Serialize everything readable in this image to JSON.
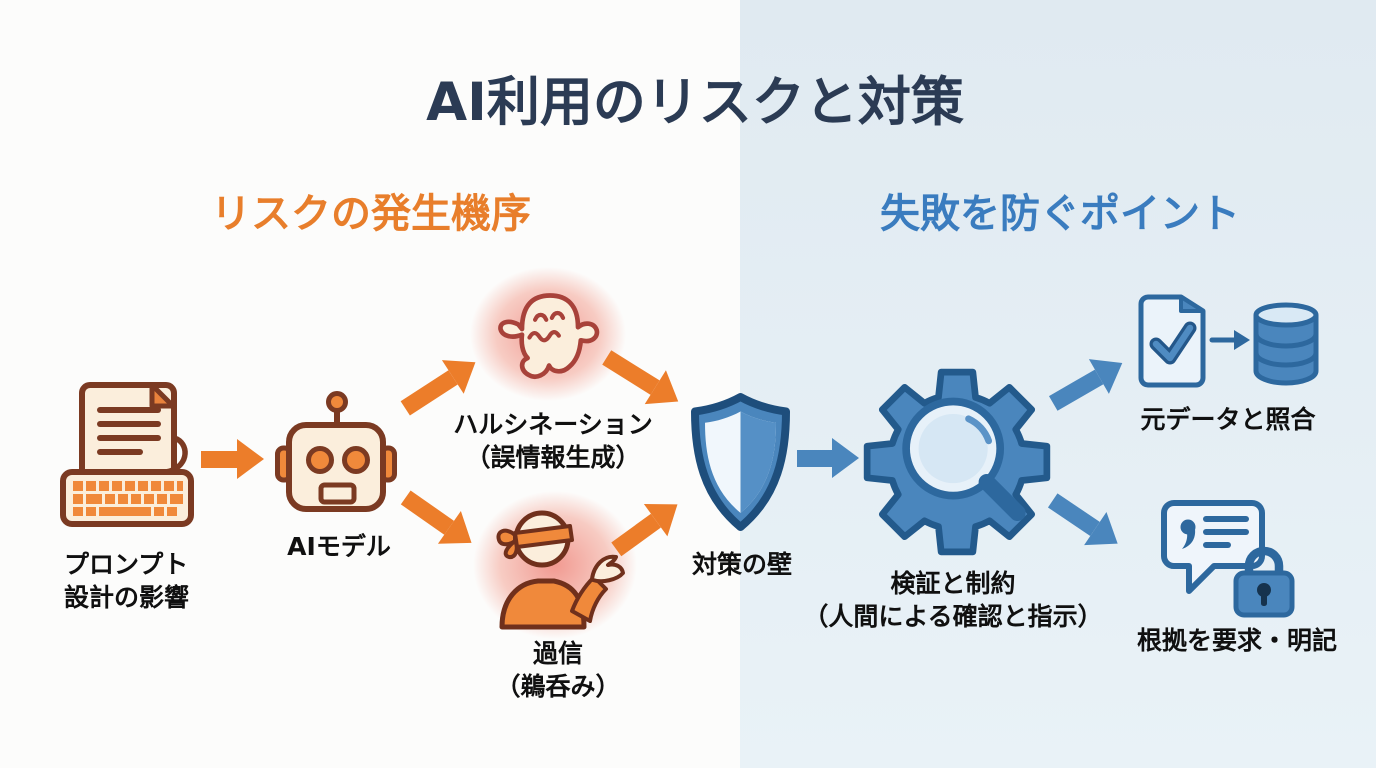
{
  "title": "AI利用のリスクと対策",
  "sections": {
    "risk": {
      "heading": "リスクの発生機序"
    },
    "prevention": {
      "heading": "失敗を防ぐポイント"
    }
  },
  "nodes": {
    "prompt": {
      "line1": "プロンプト",
      "line2": "設計の影響",
      "icon": "keyboard-document-icon"
    },
    "ai_model": {
      "label": "AIモデル",
      "icon": "robot-icon"
    },
    "hallucination": {
      "line1": "ハルシネーション",
      "line2": "（誤情報生成）",
      "icon": "ghost-icon"
    },
    "overtrust": {
      "line1": "過信",
      "line2": "（鵜呑み）",
      "icon": "blindfolded-person-icon"
    },
    "barrier": {
      "label": "対策の壁",
      "icon": "shield-icon"
    },
    "verification": {
      "line1": "検証と制約",
      "line2": "（人間による確認と指示）",
      "icon": "gear-magnifier-icon"
    },
    "source_check": {
      "label": "元データと照合",
      "icon": "document-check-database-icon"
    },
    "evidence": {
      "label": "根拠を要求・明記",
      "icon": "speech-bubble-lock-icon"
    }
  },
  "edges": [
    {
      "from": "prompt",
      "to": "ai_model",
      "color": "#EC7D2A"
    },
    {
      "from": "ai_model",
      "to": "hallucination",
      "color": "#EC7D2A"
    },
    {
      "from": "ai_model",
      "to": "overtrust",
      "color": "#EC7D2A"
    },
    {
      "from": "hallucination",
      "to": "barrier",
      "color": "#EC7D2A"
    },
    {
      "from": "overtrust",
      "to": "barrier",
      "color": "#EC7D2A"
    },
    {
      "from": "barrier",
      "to": "verification",
      "color": "#4A86BD"
    },
    {
      "from": "verification",
      "to": "source_check",
      "color": "#4A86BD"
    },
    {
      "from": "verification",
      "to": "evidence",
      "color": "#4A86BD"
    }
  ],
  "colors": {
    "title": "#2B3B54",
    "risk_heading": "#E87E2B",
    "prevention_heading": "#3A7CBF",
    "risk_arrow": "#EC7D2A",
    "risk_outline": "#7B3A22",
    "risk_fill": "#FBEEDC",
    "glow": "#E8493A",
    "prevention_arrow": "#4A86BD",
    "prevention_outline": "#2D689E",
    "bg_left": "#FCFCFB",
    "bg_right": "#E4EEF3"
  }
}
